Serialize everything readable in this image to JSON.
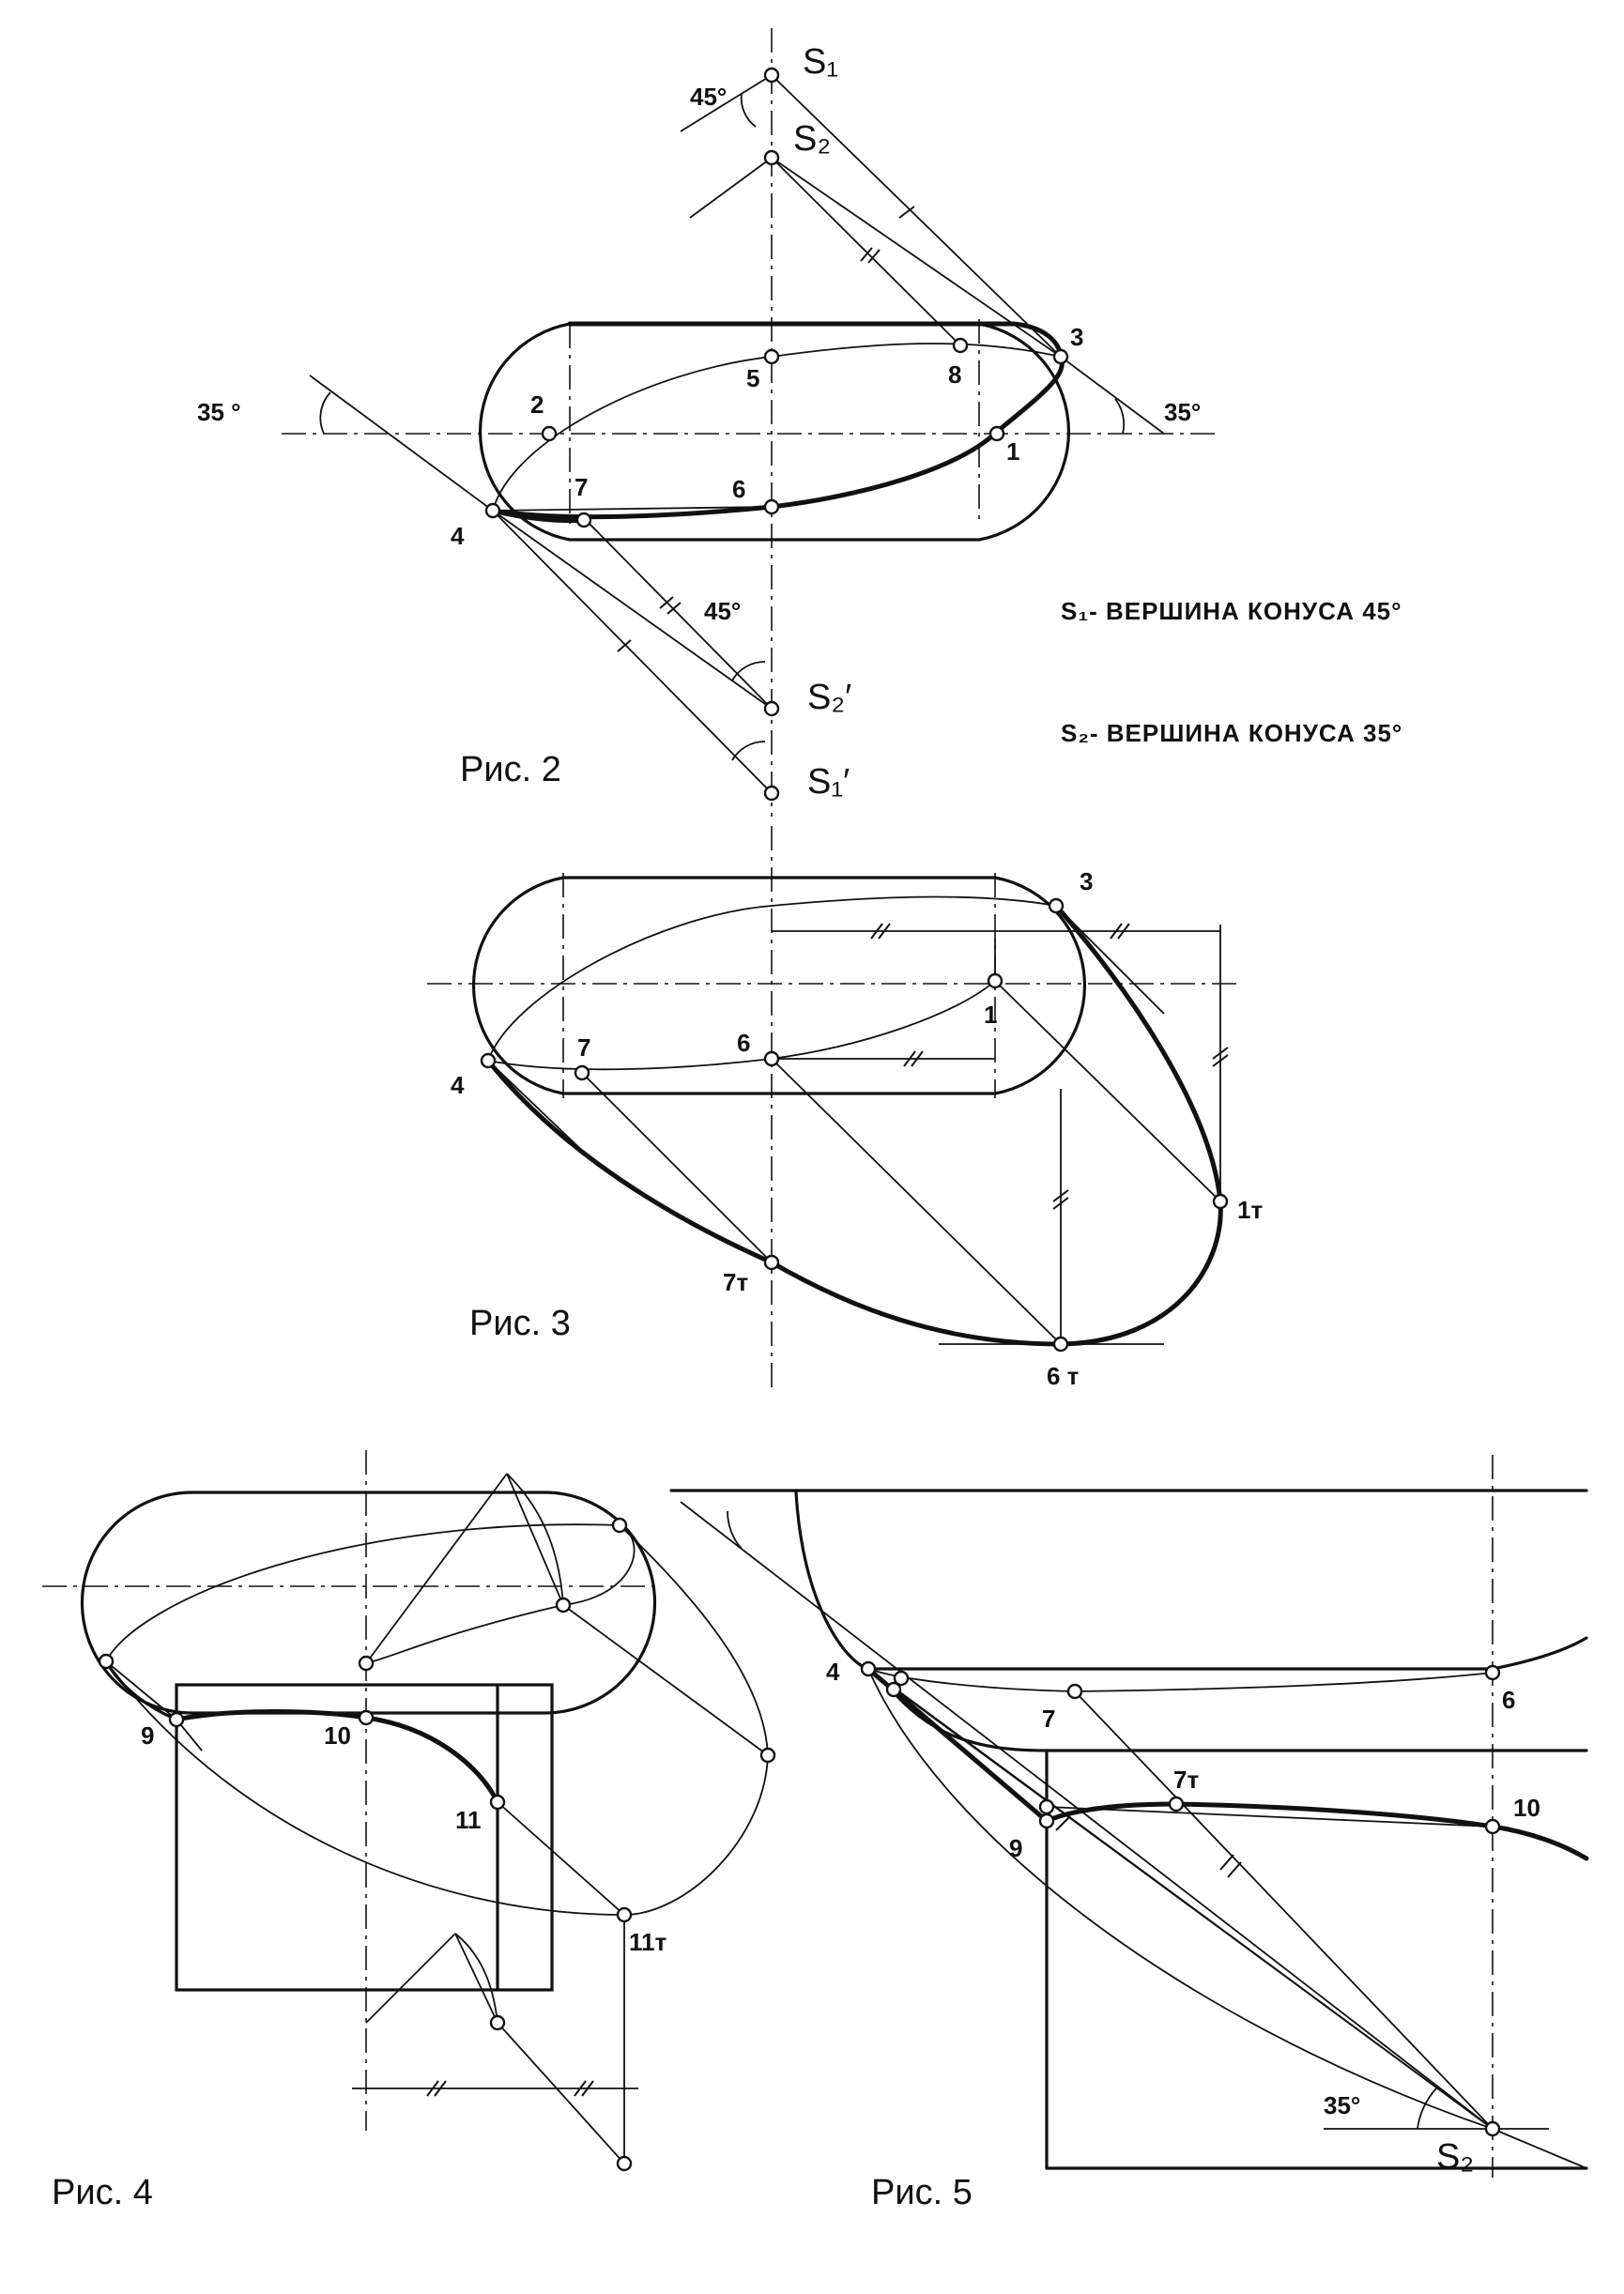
{
  "figures": [
    {
      "id": "fig2",
      "caption": "Рис. 2"
    },
    {
      "id": "fig3",
      "caption": "Рис. 3"
    },
    {
      "id": "fig4",
      "caption": "Рис. 4"
    },
    {
      "id": "fig5",
      "caption": "Рис. 5"
    }
  ],
  "fig2": {
    "vertex_s1": "S₁",
    "vertex_s2": "S₂",
    "vertex_s2_prime": "S₂′",
    "vertex_s1_prime": "S₁′",
    "angle_45_top": "45°",
    "angle_45_bottom": "45°",
    "angle_35_left": "35 °",
    "angle_35_right": "35°",
    "points": [
      "1",
      "2",
      "3",
      "4",
      "5",
      "6",
      "7",
      "8"
    ]
  },
  "notes": {
    "s1": "S₁- ВЕРШИНА КОНУСА 45°",
    "s2": "S₂- ВЕРШИНА КОНУСА 35°"
  },
  "fig3": {
    "points": [
      "3",
      "1",
      "4",
      "7",
      "6",
      "1т",
      "7т",
      "6 т"
    ]
  },
  "fig4": {
    "points": [
      "9",
      "10",
      "11",
      "11т"
    ]
  },
  "fig5": {
    "points": [
      "4",
      "7",
      "6",
      "7т",
      "9",
      "10"
    ],
    "angle": "35°",
    "vertex": "S₂"
  }
}
